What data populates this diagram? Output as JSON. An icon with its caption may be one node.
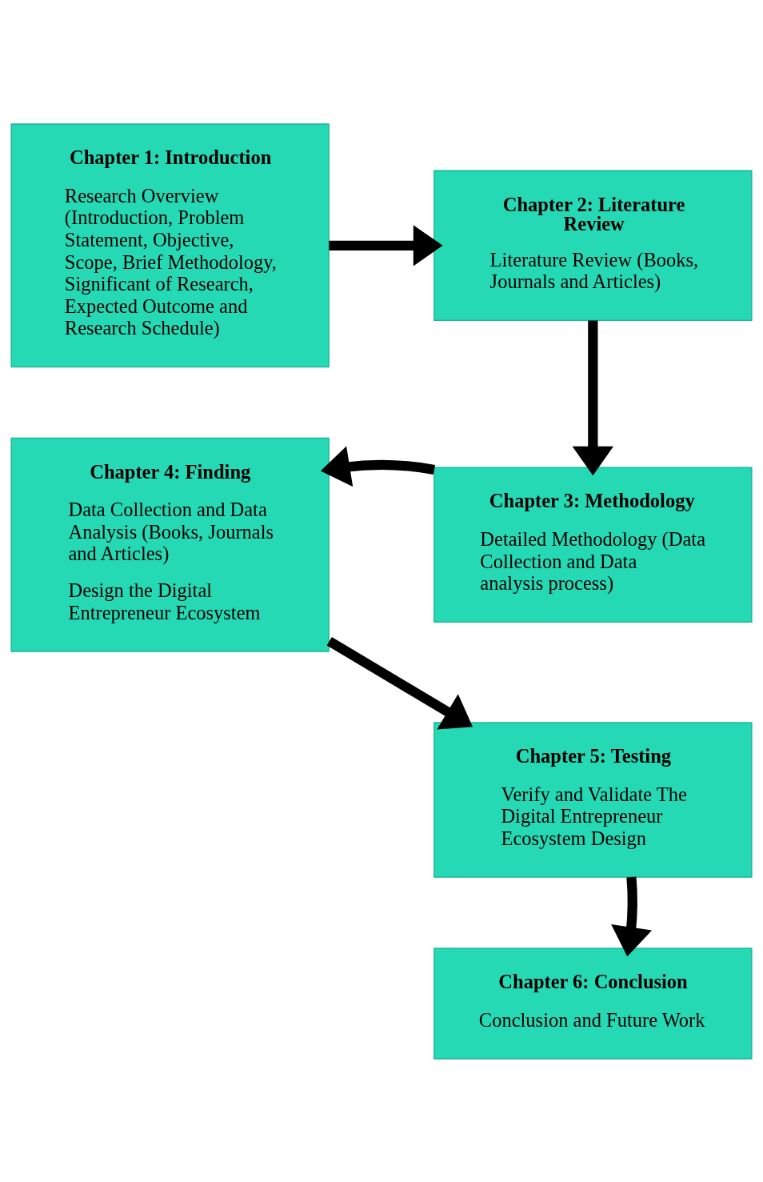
{
  "diagram": {
    "nodes": [
      {
        "text": [
          "Chapter 1: Introduction",
          "Research Overview (Introduction, Problem Statement, Objective, Scope, Brief Methodology, Significant of Research, Expected Outcome and Research Schedule)"
        ]
      },
      {
        "text": [
          "Chapter 2: Literature Review",
          "Literature Review (Books, Journals and Articles)"
        ]
      },
      {
        "text": [
          "Chapter 3: Methodology",
          "Detailed Methodology (Data Collection and Data analysis process)"
        ]
      },
      {
        "text": [
          "Chapter 4: Finding",
          "Data Collection and Data Analysis (Books, Journals and Articles)",
          "Design the Digital Entrepreneur Ecosystem"
        ]
      },
      {
        "text": [
          "Chapter 5: Testing",
          "Verify and Validate The Digital Entrepreneur Ecosystem Design"
        ]
      },
      {
        "text": [
          "Chapter 6: Conclusion",
          "Conclusion and Future Work"
        ]
      }
    ],
    "edges": [
      {
        "from": 0,
        "to": 1,
        "arrow": "to"
      },
      {
        "from": 1,
        "to": 2,
        "arrow": "to"
      },
      {
        "from": 2,
        "to": 3,
        "arrow": "to"
      },
      {
        "from": 3,
        "to": 4,
        "arrow": "to"
      },
      {
        "from": 4,
        "to": 5,
        "arrow": "to"
      }
    ]
  }
}
